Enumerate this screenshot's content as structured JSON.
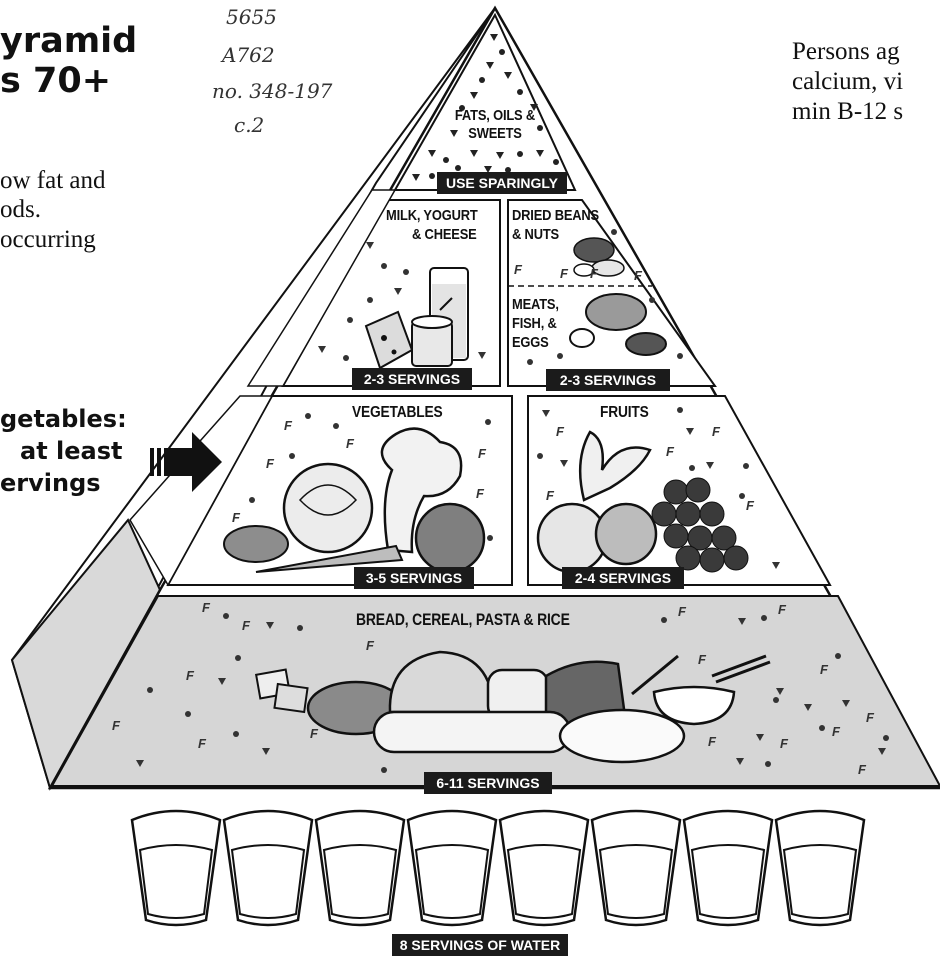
{
  "header": {
    "title_line1": "yramid",
    "title_line2": "s 70+",
    "text_line1": "ow fat and",
    "text_line2": "ods.",
    "text_line3": "occurring"
  },
  "callnumber": {
    "line1": "5655",
    "line2": "A762",
    "line3": "no. 348-197",
    "line4": "c.2"
  },
  "top_right_text": {
    "line1": "Persons ag",
    "line2": "calcium, vi",
    "line3": "min B-12 s"
  },
  "side_callout": {
    "line1": "getables:",
    "line2": "at least",
    "line3": "ervings"
  },
  "tiers": {
    "fats": {
      "label_line1": "FATS, OILS &",
      "label_line2": "SWEETS",
      "banner": "USE SPARINGLY"
    },
    "milk": {
      "label_line1": "MILK, YOGURT",
      "label_line2": "& CHEESE",
      "banner": "2-3 SERVINGS"
    },
    "meat": {
      "label_top_line1": "DRIED BEANS",
      "label_top_line2": "& NUTS",
      "label_bottom_line1": "MEATS,",
      "label_bottom_line2": "FISH, &",
      "label_bottom_line3": "EGGS",
      "banner": "2-3 SERVINGS"
    },
    "vegetables": {
      "label": "VEGETABLES",
      "banner": "3-5 SERVINGS"
    },
    "fruits": {
      "label": "FRUITS",
      "banner": "2-4 SERVINGS"
    },
    "grains": {
      "label": "BREAD, CEREAL, PASTA & RICE",
      "banner": "6-11 SERVINGS"
    }
  },
  "water": {
    "banner": "8 SERVINGS OF WATER",
    "glass_count": 8
  },
  "legend_symbols": {
    "fat": "F",
    "sugar": "▼",
    "fat_naturally": "●"
  },
  "colors": {
    "ink": "#111111",
    "shade": "#d6d6d6",
    "banner": "#1b1b1b"
  }
}
